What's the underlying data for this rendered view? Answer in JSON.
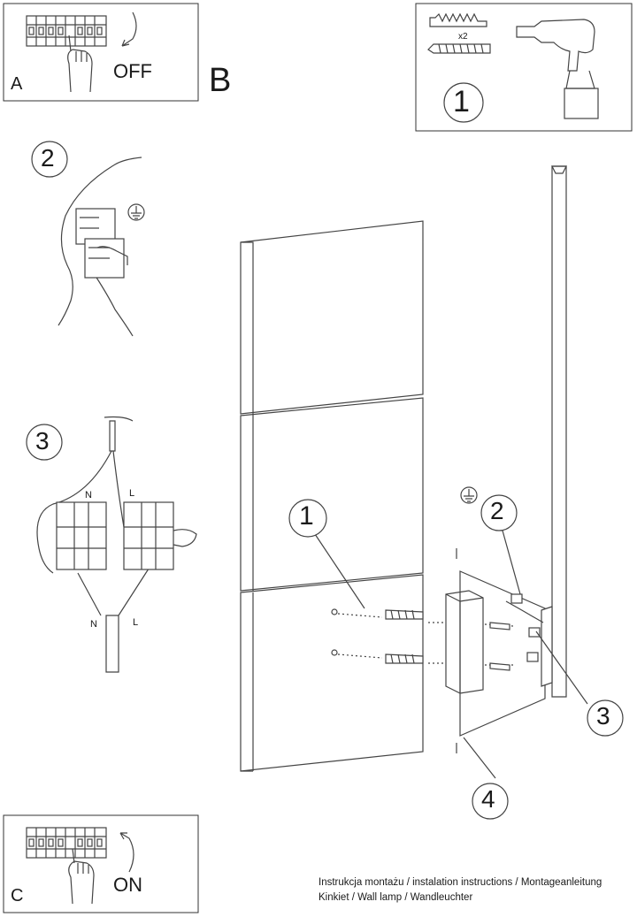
{
  "panels": {
    "a": {
      "letter": "A",
      "switch_text": "OFF"
    },
    "b": {
      "letter": "B"
    },
    "c": {
      "letter": "C",
      "switch_text": "ON"
    }
  },
  "tools": {
    "quantity": "x2",
    "step": "1"
  },
  "steps": {
    "wiring_step": "2",
    "connect_step": "3"
  },
  "wire_labels": {
    "neutral": "N",
    "live": "L"
  },
  "callouts": [
    "1",
    "2",
    "3",
    "4"
  ],
  "footer": {
    "line1": "Instrukcja montażu / instalation instructions / Montageanleitung",
    "line2": "Kinkiet / Wall lamp / Wandleuchter"
  },
  "icons": [
    "circuit-breaker-icon",
    "hand-icon",
    "drill-icon",
    "wall-plug-icon",
    "screw-icon",
    "ground-symbol-icon",
    "terminal-block-icon"
  ],
  "colors": {
    "line": "#444444",
    "background": "#ffffff"
  }
}
